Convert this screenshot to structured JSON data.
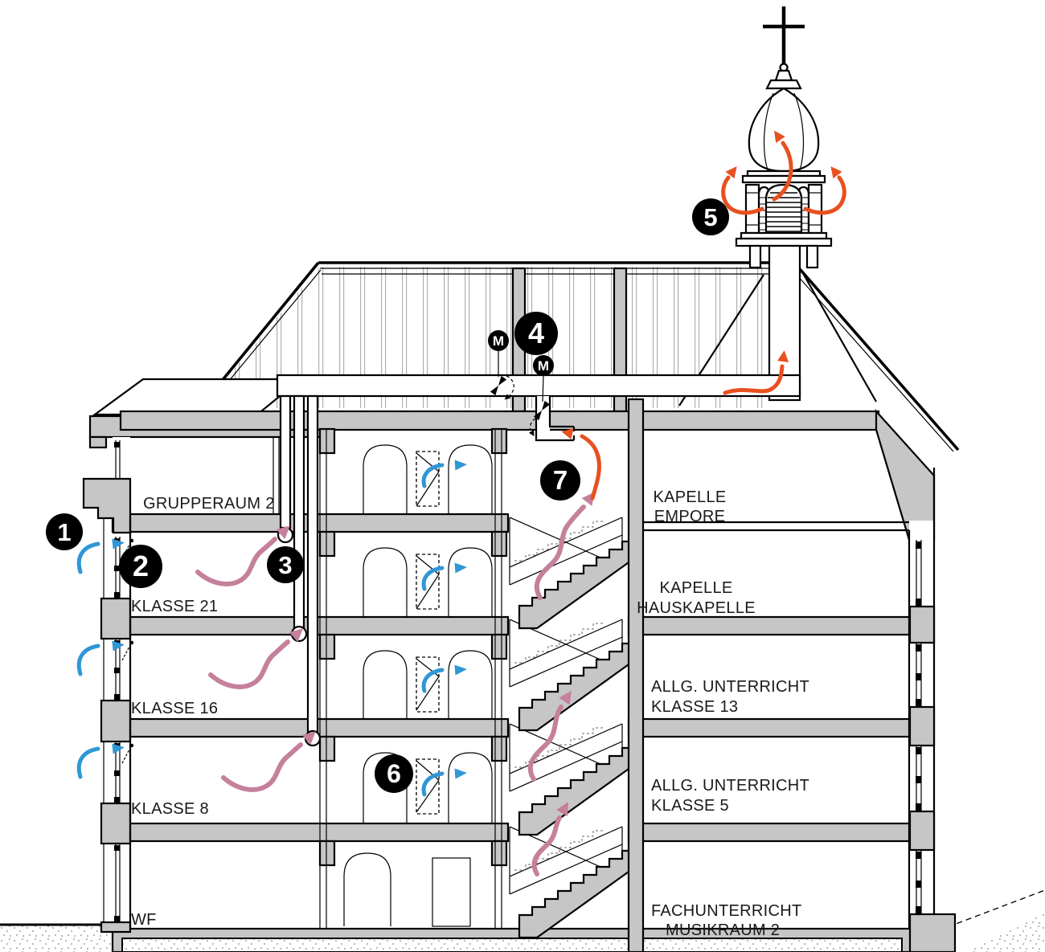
{
  "rooms": {
    "grupperaum2": "GRUPPERAUM 2",
    "klasse21": "KLASSE 21",
    "klasse16": "KLASSE 16",
    "klasse8": "KLASSE 8",
    "wf": "WF",
    "kapelle_empore_line1": "KAPELLE",
    "kapelle_empore_line2": "EMPORE",
    "kapelle_hauskapelle_line1": "KAPELLE",
    "kapelle_hauskapelle_line2": "HAUSKAPELLE",
    "klasse13_line1": "ALLG. UNTERRICHT",
    "klasse13_line2": "KLASSE 13",
    "klasse5_line1": "ALLG. UNTERRICHT",
    "klasse5_line2": "KLASSE 5",
    "musikraum2_line1": "FACHUNTERRICHT",
    "musikraum2_line2": "MUSIKRAUM 2"
  },
  "markers": {
    "n1": "1",
    "n2": "2",
    "n3": "3",
    "n4": "4",
    "n5": "5",
    "n6": "6",
    "n7": "7",
    "motor": "M"
  },
  "colors": {
    "supply_air": "#2f97d6",
    "room_air": "#c5809c",
    "exhaust_air": "#e8501f",
    "wall_fill": "#c6c6c6",
    "text": "#1a1a1a"
  }
}
